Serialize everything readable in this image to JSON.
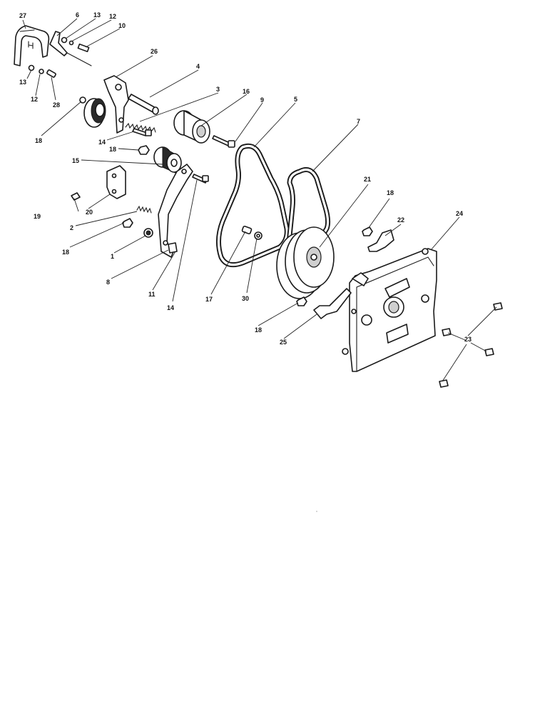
{
  "callouts": {
    "c27": "27",
    "c6": "6",
    "c13a": "13",
    "c12a": "12",
    "c10": "10",
    "c13b": "13",
    "c12b": "12",
    "c28": "28",
    "c26": "26",
    "c4": "4",
    "c3": "3",
    "c16": "16",
    "c9": "9",
    "c5": "5",
    "c7": "7",
    "c18a": "18",
    "c14a": "14",
    "c18b": "18",
    "c15": "15",
    "c19": "19",
    "c20": "20",
    "c2": "2",
    "c18c": "18",
    "c1": "1",
    "c8": "8",
    "c11": "11",
    "c14b": "14",
    "c21": "21",
    "c18d": "18",
    "c22": "22",
    "c24": "24",
    "c17": "17",
    "c30": "30",
    "c18e": "18",
    "c25": "25",
    "c23": "23"
  },
  "colors": {
    "line": "#1a1a1a",
    "background": "#ffffff"
  }
}
